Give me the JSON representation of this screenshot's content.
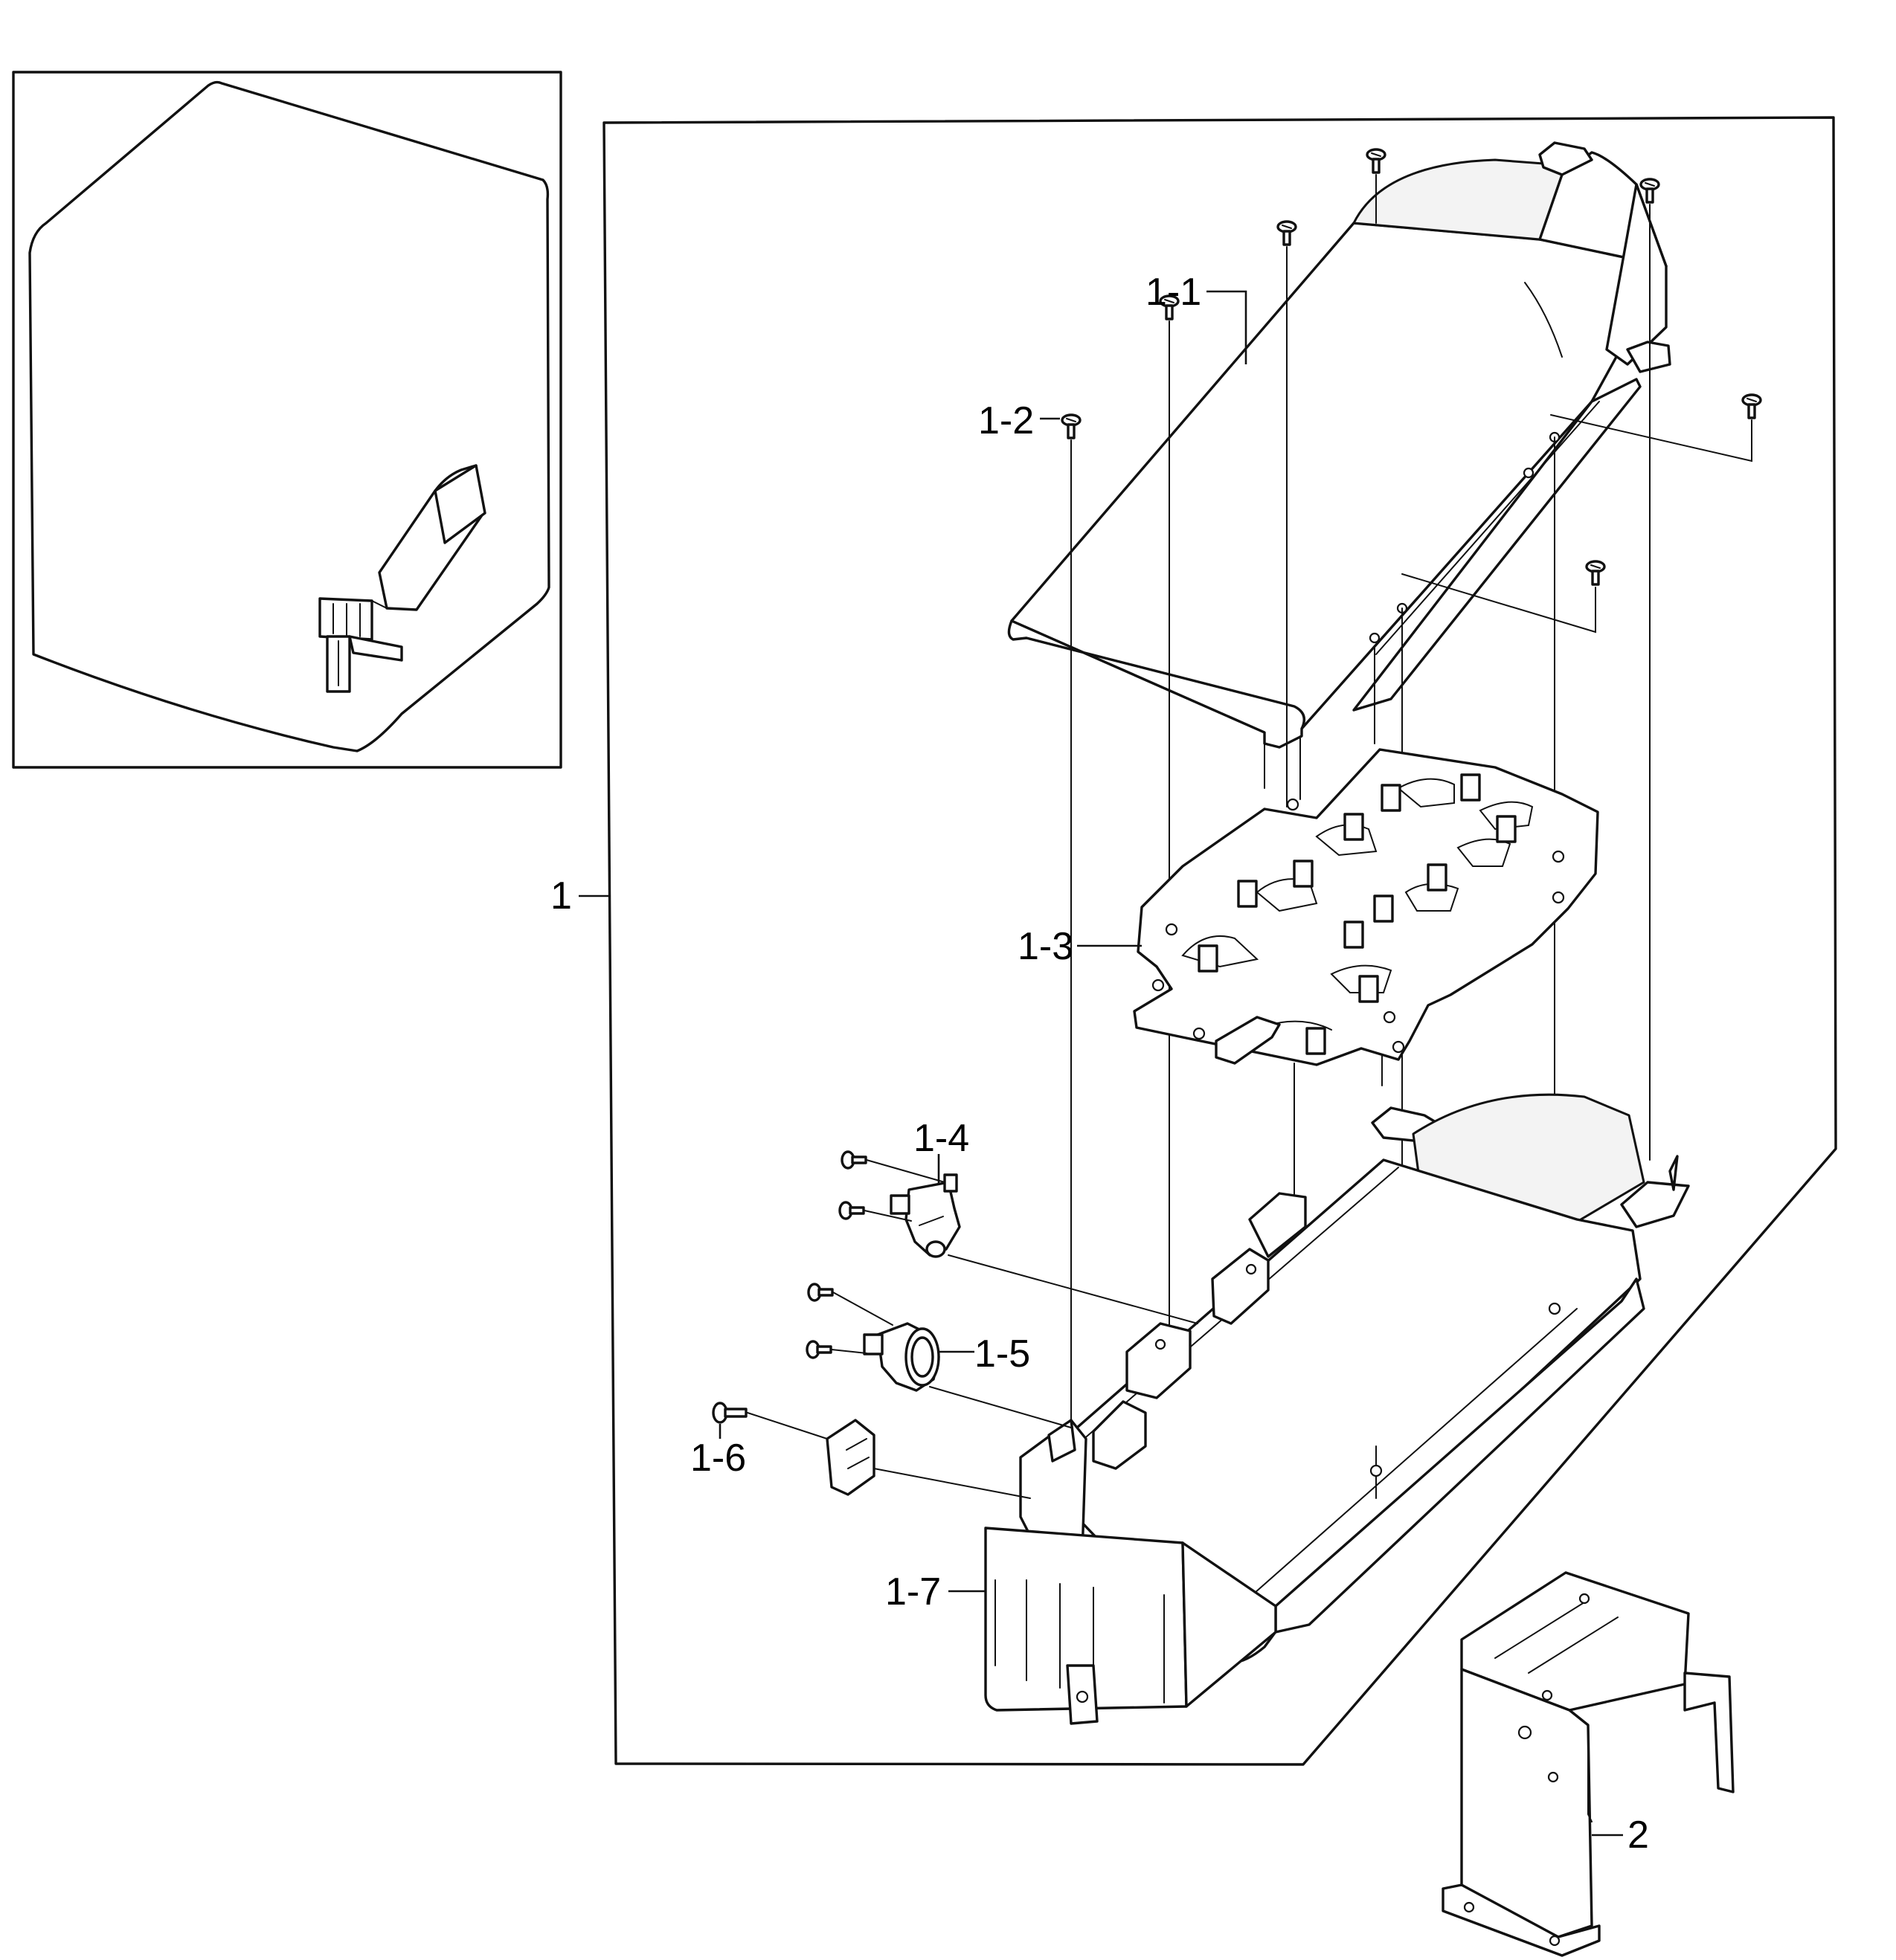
{
  "diagram": {
    "labels": {
      "assembly": "1",
      "duct_cover": "1-1",
      "screw_a": "1-2",
      "heater_plate": "1-3",
      "thermostat_a": "1-4",
      "thermostat_b": "1-5",
      "screw_b": "1-6",
      "housing": "1-7",
      "bracket": "2"
    }
  }
}
